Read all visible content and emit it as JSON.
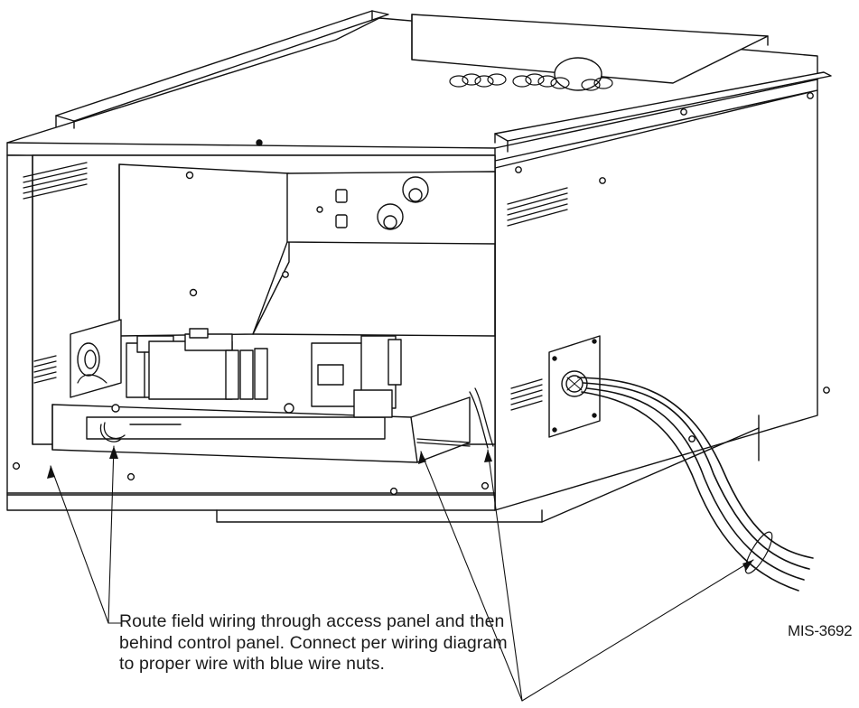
{
  "callout": {
    "lines": [
      "Route field wiring through access panel and then",
      "behind control panel. Connect per wiring diagram",
      "to proper wire with blue wire nuts."
    ]
  },
  "figure_id": "MIS-3692"
}
